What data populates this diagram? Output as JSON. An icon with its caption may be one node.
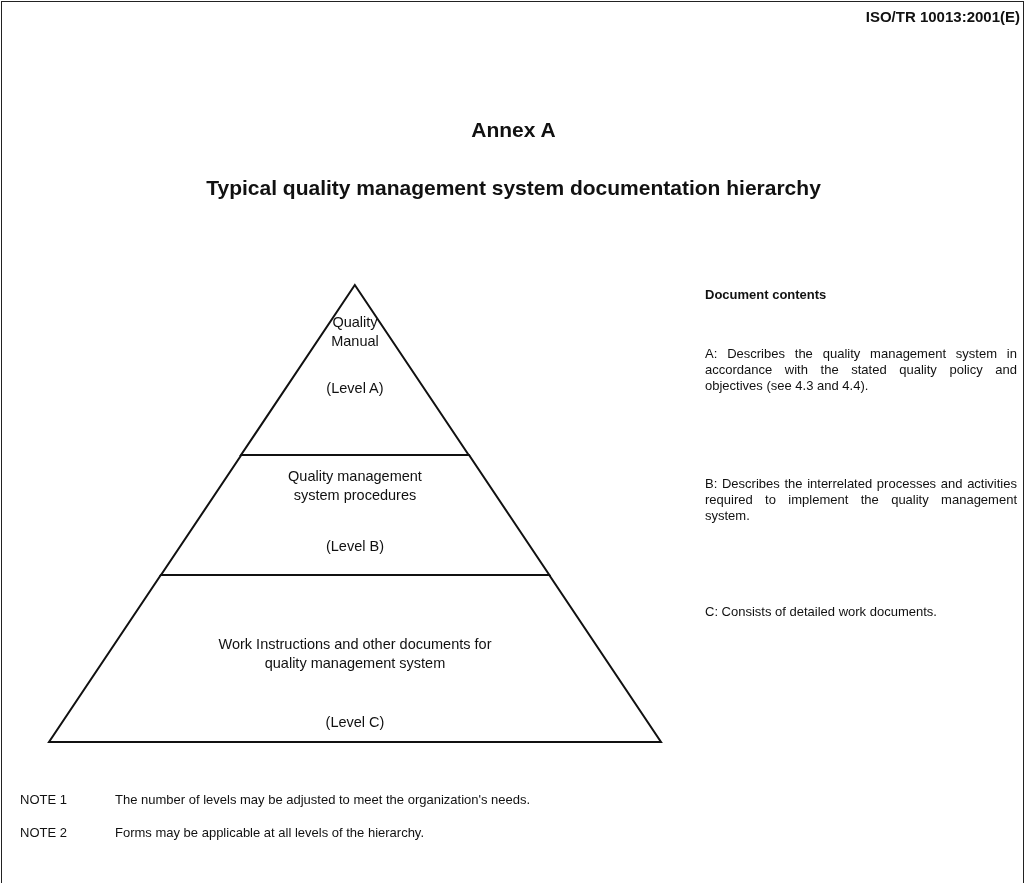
{
  "diagram": {
    "title": "Typical quality management system documentation hierarchy",
    "nodes": [
      {
        "text": [
          "Quality Manual",
          "(Level A)"
        ]
      },
      {
        "text": [
          "Quality management system procedures",
          "(Level B)"
        ]
      },
      {
        "text": [
          "Work Instructions and other documents for quality management system",
          "(Level C)"
        ]
      }
    ],
    "labels": [
      "ISO/TR 10013:2001(E)",
      "Annex A",
      "Document contents",
      "A: Describes the quality management system in accordance with the stated quality policy and objectives (see 4.3 and 4.4).",
      "B: Describes the interrelated processes and activities required to implement the quality management system.",
      "C: Consists of detailed work documents.",
      "NOTE 1",
      "The number of levels may be adjusted to meet the organization's needs.",
      "NOTE 2",
      "Forms may be applicable at all levels of the hierarchy."
    ]
  }
}
